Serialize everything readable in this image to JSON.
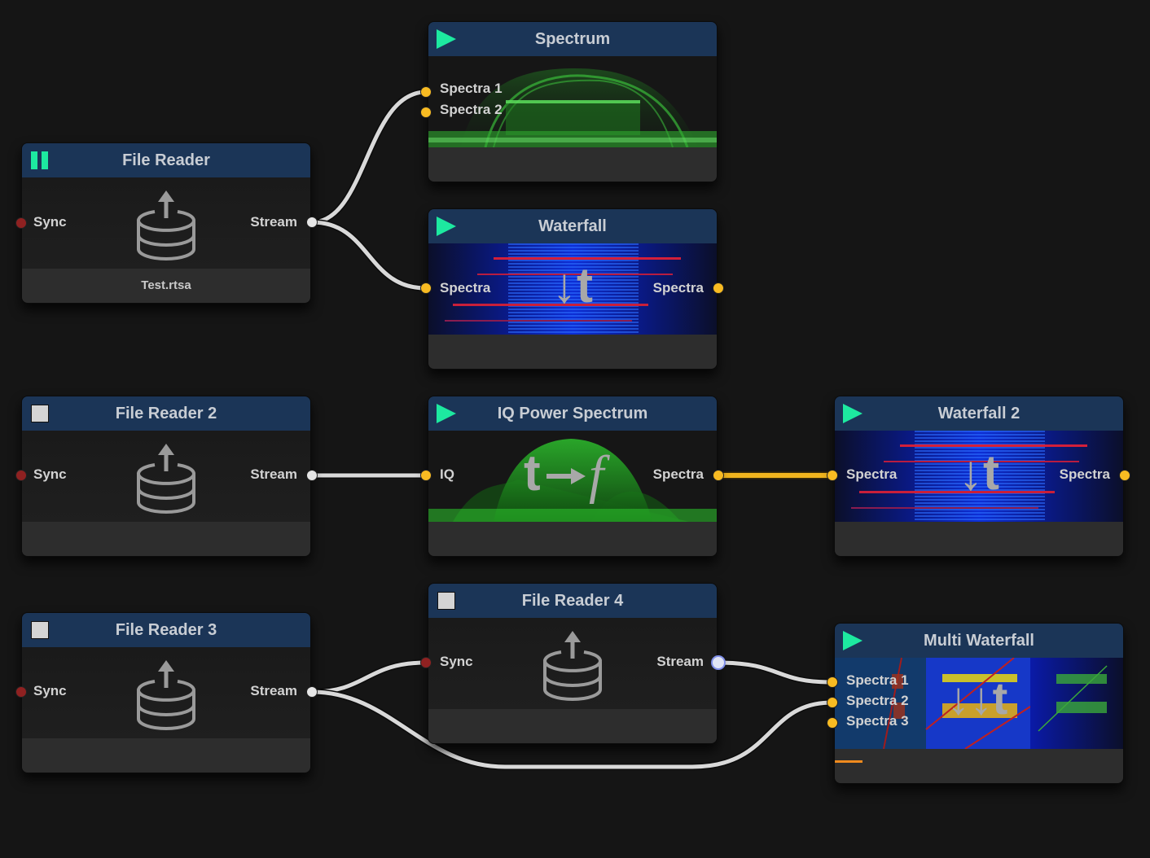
{
  "colors": {
    "header": "#1b3557",
    "running": "#1de9a0",
    "port_spectra": "#f8bb22",
    "port_sync": "#8f2121",
    "port_stream": "#e6e6e6",
    "wire": "#d9d9d9",
    "wire_spectra": "#f0b41e",
    "progress": "#ef8a1e"
  },
  "nodes": {
    "file_reader": {
      "title": "File Reader",
      "state": "pause-icon",
      "in": "Sync",
      "out": "Stream",
      "footer": "Test.rtsa"
    },
    "spectrum": {
      "title": "Spectrum",
      "state": "play-icon",
      "in1": "Spectra 1",
      "in2": "Spectra 2"
    },
    "waterfall": {
      "title": "Waterfall",
      "state": "play-icon",
      "in": "Spectra",
      "out": "Spectra",
      "glyph": "↓t"
    },
    "file_reader_2": {
      "title": "File Reader 2",
      "state": "stop-icon",
      "in": "Sync",
      "out": "Stream",
      "footer": ""
    },
    "iq_power_spectrum": {
      "title": "IQ Power Spectrum",
      "state": "play-icon",
      "in": "IQ",
      "out": "Spectra",
      "glyph_t": "t",
      "glyph_f": "f"
    },
    "waterfall_2": {
      "title": "Waterfall 2",
      "state": "play-icon",
      "in": "Spectra",
      "out": "Spectra",
      "glyph": "↓t"
    },
    "file_reader_3": {
      "title": "File Reader 3",
      "state": "stop-icon",
      "in": "Sync",
      "out": "Stream",
      "footer": ""
    },
    "file_reader_4": {
      "title": "File Reader 4",
      "state": "stop-icon",
      "in": "Sync",
      "out": "Stream",
      "footer": ""
    },
    "multi_waterfall": {
      "title": "Multi Waterfall",
      "state": "play-icon",
      "in1": "Spectra 1",
      "in2": "Spectra 2",
      "in3": "Spectra 3",
      "glyph": "↓↓t"
    }
  }
}
